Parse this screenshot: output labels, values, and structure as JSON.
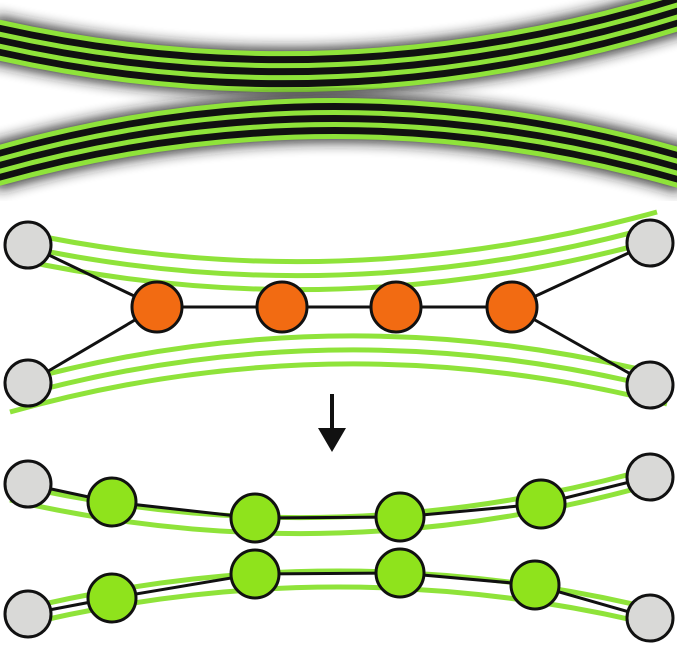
{
  "colors": {
    "fiber": "#8fe33a",
    "fiber_core": "#111111",
    "fiber_glow": "#2a2a2a",
    "anchor_node": "#d9d9d7",
    "bridge_node": "#f26b12",
    "fiber_node": "#8fe31c",
    "outline": "#111111",
    "background": "#ffffff"
  },
  "icons": {
    "transition_arrow": "down-arrow-icon"
  },
  "panels": {
    "top": {
      "description_hidden": ""
    },
    "middle": {
      "bridge_count": 4,
      "anchor_count": 4
    },
    "bottom": {
      "upper_chain_nodes": 6,
      "lower_chain_nodes": 6
    }
  }
}
